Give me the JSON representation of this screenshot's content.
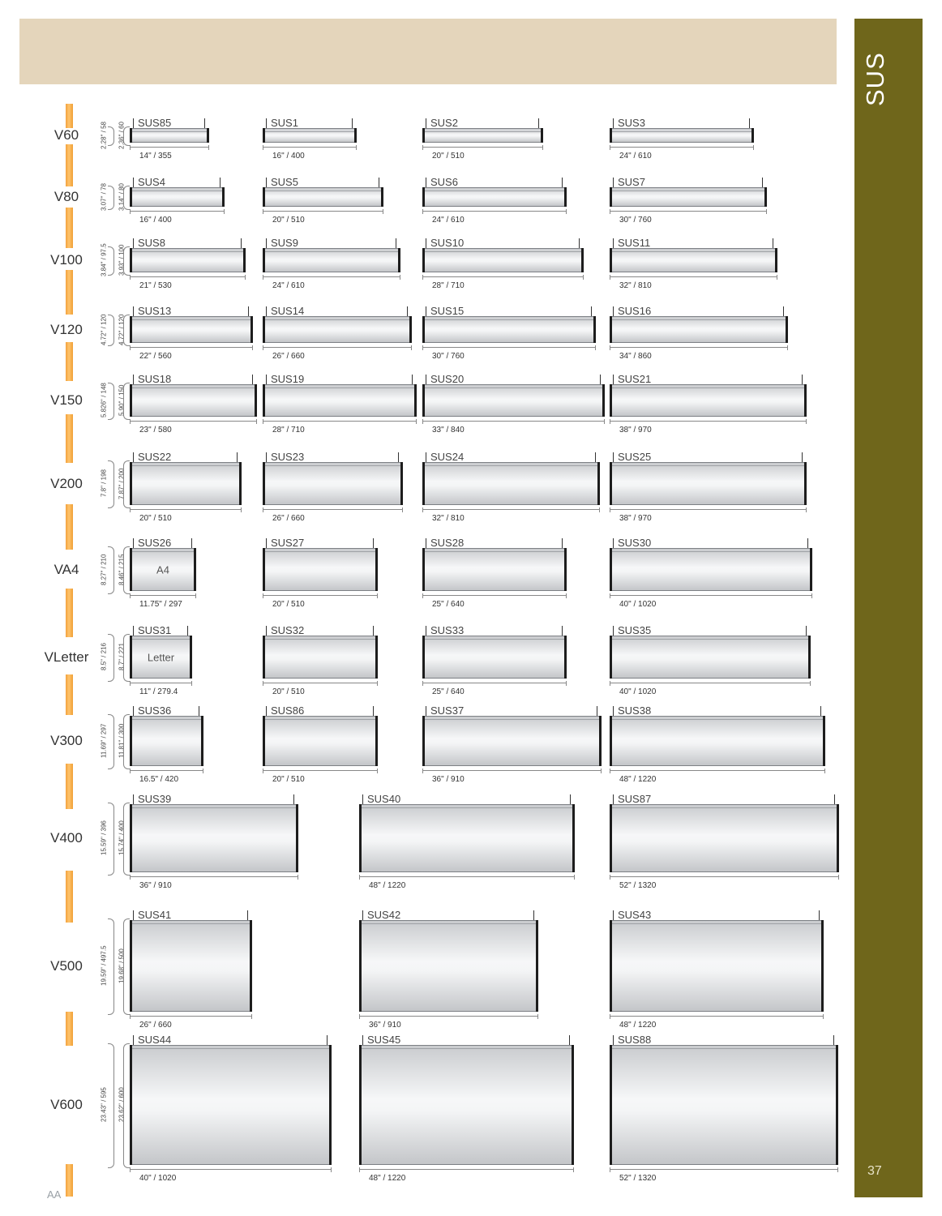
{
  "header": {
    "color": "#e4d5bb"
  },
  "side_tab": {
    "title": "SUS",
    "color": "#6f661b"
  },
  "page_number": "37",
  "footer_mark": "AA",
  "rows": [
    {
      "series": "V60",
      "dims": [
        "2.28\" / 58",
        "2.36\" / 60"
      ],
      "items": [
        {
          "model": "SUS85",
          "size": "14\" / 355"
        },
        {
          "model": "SUS1",
          "size": "16\" / 400"
        },
        {
          "model": "SUS2",
          "size": "20\" / 510"
        },
        {
          "model": "SUS3",
          "size": "24\" / 610"
        }
      ]
    },
    {
      "series": "V80",
      "dims": [
        "3.07\" / 78",
        "3.14\" / 80"
      ],
      "items": [
        {
          "model": "SUS4",
          "size": "16\" / 400"
        },
        {
          "model": "SUS5",
          "size": "20\" / 510"
        },
        {
          "model": "SUS6",
          "size": "24\" / 610"
        },
        {
          "model": "SUS7",
          "size": "30\" / 760"
        }
      ]
    },
    {
      "series": "V100",
      "dims": [
        "3.84\" / 97.5",
        "3.93\" / 100"
      ],
      "items": [
        {
          "model": "SUS8",
          "size": "21\" / 530"
        },
        {
          "model": "SUS9",
          "size": "24\" / 610"
        },
        {
          "model": "SUS10",
          "size": "28\" / 710"
        },
        {
          "model": "SUS11",
          "size": "32\" / 810"
        }
      ]
    },
    {
      "series": "V120",
      "dims": [
        "4.72\" / 120",
        "4.72\" / 120"
      ],
      "items": [
        {
          "model": "SUS13",
          "size": "22\" / 560"
        },
        {
          "model": "SUS14",
          "size": "26\" / 660"
        },
        {
          "model": "SUS15",
          "size": "30\" / 760"
        },
        {
          "model": "SUS16",
          "size": "34\" / 860"
        }
      ]
    },
    {
      "series": "V150",
      "dims": [
        "5.826\" / 148",
        "5.90\" / 150"
      ],
      "items": [
        {
          "model": "SUS18",
          "size": "23\" / 580"
        },
        {
          "model": "SUS19",
          "size": "28\" / 710"
        },
        {
          "model": "SUS20",
          "size": "33\" / 840"
        },
        {
          "model": "SUS21",
          "size": "38\" / 970"
        }
      ]
    },
    {
      "series": "V200",
      "dims": [
        "7.8\" / 198",
        "7.87\" / 200"
      ],
      "items": [
        {
          "model": "SUS22",
          "size": "20\" / 510"
        },
        {
          "model": "SUS23",
          "size": "26\" / 660"
        },
        {
          "model": "SUS24",
          "size": "32\" / 810"
        },
        {
          "model": "SUS25",
          "size": "38\" / 970"
        }
      ]
    },
    {
      "series": "VA4",
      "dims": [
        "8.27\" / 210",
        "8.46\" / 215"
      ],
      "items": [
        {
          "model": "SUS26",
          "size": "11.75\" / 297",
          "insert": "A4"
        },
        {
          "model": "SUS27",
          "size": "20\" / 510"
        },
        {
          "model": "SUS28",
          "size": "25\" / 640"
        },
        {
          "model": "SUS30",
          "size": "40\" / 1020"
        }
      ]
    },
    {
      "series": "VLetter",
      "dims": [
        "8.5\" / 216",
        "8.7\" / 221"
      ],
      "items": [
        {
          "model": "SUS31",
          "size": "11\" / 279.4",
          "insert": "Letter"
        },
        {
          "model": "SUS32",
          "size": "20\" / 510"
        },
        {
          "model": "SUS33",
          "size": "25\" / 640"
        },
        {
          "model": "SUS35",
          "size": "40\" / 1020"
        }
      ]
    },
    {
      "series": "V300",
      "dims": [
        "11.69\" / 297",
        "11.81\" / 300"
      ],
      "items": [
        {
          "model": "SUS36",
          "size": "16.5\" / 420"
        },
        {
          "model": "SUS86",
          "size": "20\" / 510"
        },
        {
          "model": "SUS37",
          "size": "36\" / 910"
        },
        {
          "model": "SUS38",
          "size": "48\" / 1220"
        }
      ]
    },
    {
      "series": "V400",
      "dims": [
        "15.59\" / 396",
        "15.74\" / 400"
      ],
      "items": [
        {
          "model": "SUS39",
          "size": "36\" / 910"
        },
        {
          "model": "SUS40",
          "size": "48\" / 1220"
        },
        {
          "model": "SUS87",
          "size": "52\" / 1320"
        }
      ]
    },
    {
      "series": "V500",
      "dims": [
        "19.59\" / 497.5",
        "19.68\" / 500"
      ],
      "items": [
        {
          "model": "SUS41",
          "size": "26\" / 660"
        },
        {
          "model": "SUS42",
          "size": "36\" / 910"
        },
        {
          "model": "SUS43",
          "size": "48\" / 1220"
        }
      ]
    },
    {
      "series": "V600",
      "dims": [
        "23.43\" / 595",
        "23.62\" / 600"
      ],
      "items": [
        {
          "model": "SUS44",
          "size": "40\" / 1020"
        },
        {
          "model": "SUS45",
          "size": "48\" / 1220"
        },
        {
          "model": "SUS88",
          "size": "52\" / 1320"
        }
      ]
    }
  ]
}
